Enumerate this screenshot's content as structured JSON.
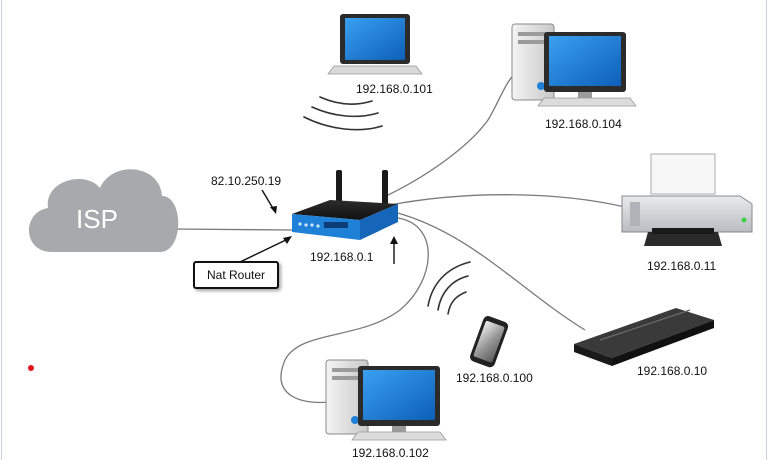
{
  "cloud": {
    "label": "ISP"
  },
  "router": {
    "wan_ip": "82.10.250.19",
    "lan_ip": "192.168.0.1",
    "name": "Nat Router"
  },
  "devices": {
    "laptop": {
      "ip": "192.168.0.101"
    },
    "desktop_top": {
      "ip": "192.168.0.104"
    },
    "printer": {
      "ip": "192.168.0.11"
    },
    "console": {
      "ip": "192.168.0.10"
    },
    "phone": {
      "ip": "192.168.0.100"
    },
    "desktop_bottom": {
      "ip": "192.168.0.102"
    }
  },
  "colors": {
    "device_blue": "#1f80d8",
    "cloud_gray": "#a7a9ac",
    "cable_gray": "#7a7a7a",
    "marker_red": "#e0141a"
  }
}
